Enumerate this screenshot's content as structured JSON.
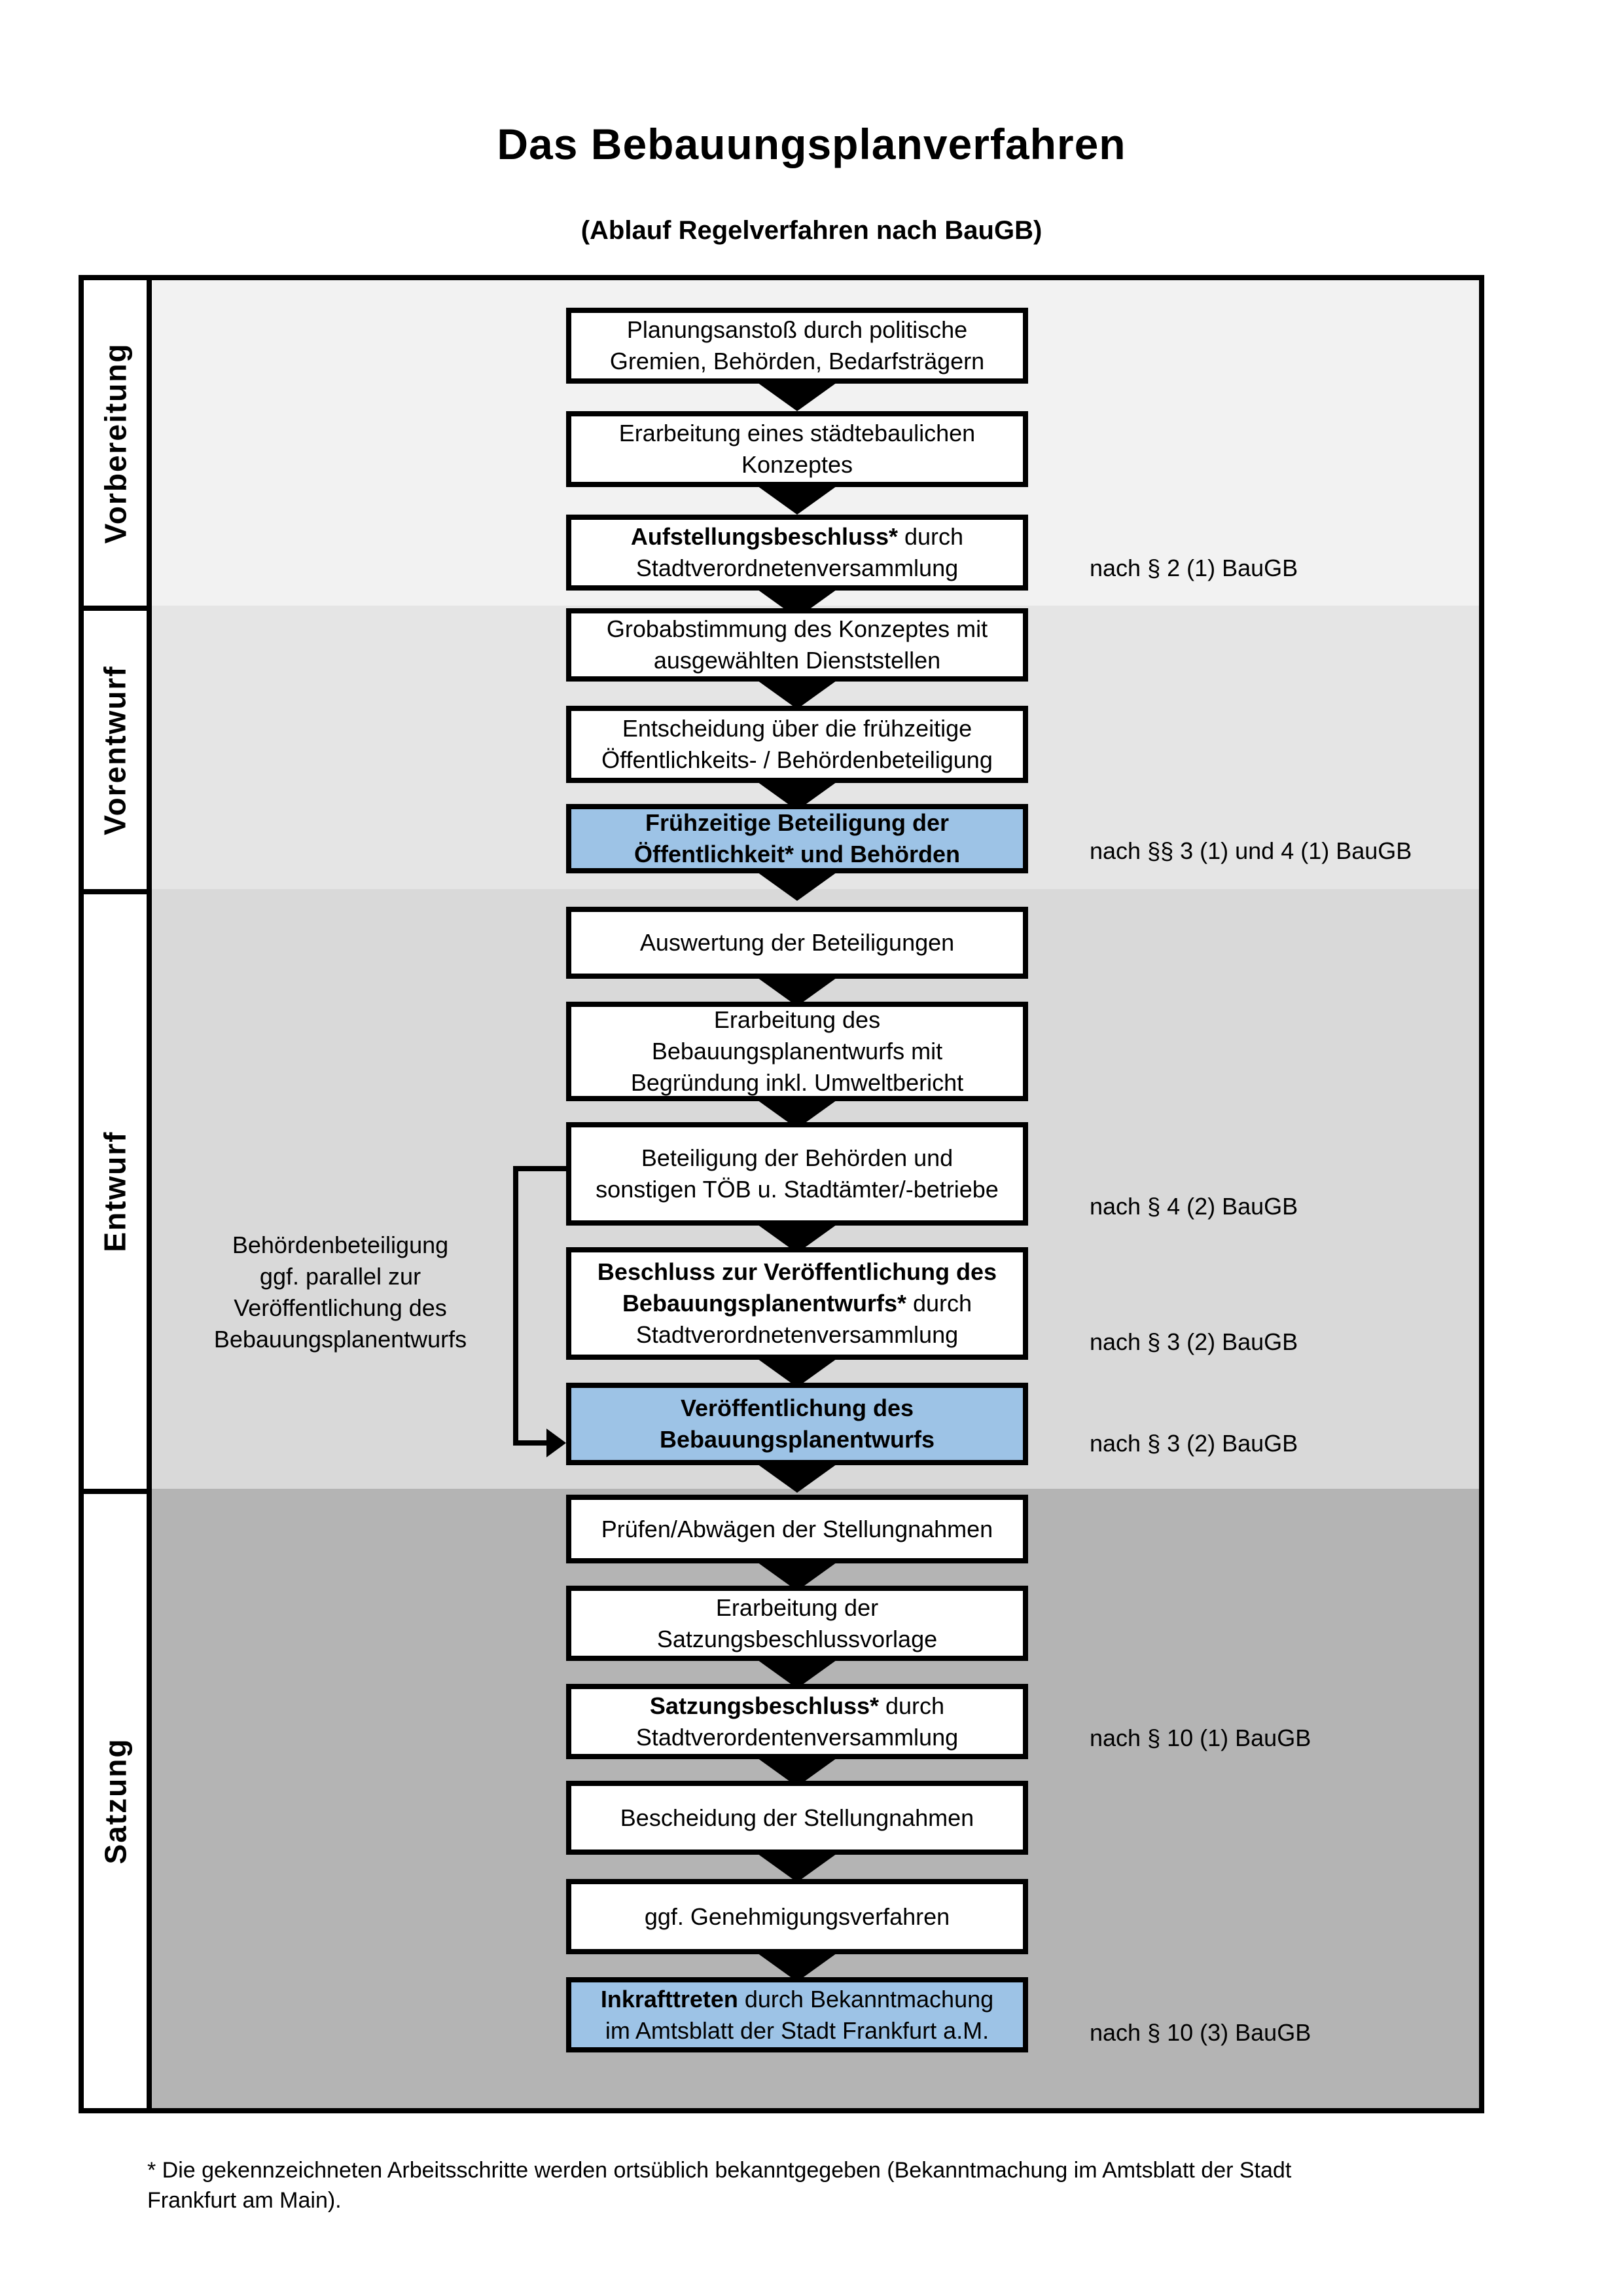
{
  "title": "Das Bebauungsplanverfahren",
  "subtitle": "(Ablauf Regelverfahren nach BauGB)",
  "colors": {
    "band_vorbereitung": "#F2F2F2",
    "band_vorentwurf": "#E5E5E5",
    "band_entwurf": "#D9D9D9",
    "band_satzung": "#B4B4B4",
    "highlight_blue": "#9DC3E6",
    "line_black": "#000000"
  },
  "side_note": {
    "lines": [
      "Behördenbeteiligung",
      "ggf. parallel zur",
      "Veröffentlichung des",
      "Bebauungsplanentwurfs"
    ]
  },
  "footnote": {
    "line1": "* Die gekennzeichneten Arbeitsschritte werden ortsüblich bekanntgegeben (Bekanntmachung im Amtsblatt  der Stadt",
    "line2": "Frankfurt am Main)."
  },
  "phases": [
    {
      "label": "Vorbereitung",
      "boxes": [
        {
          "id": "b1",
          "blue": false,
          "lines": [
            [
              {
                "t": "Planungsanstoß durch politische",
                "b": false
              }
            ],
            [
              {
                "t": "Gremien, Behörden, Bedarfsträgern",
                "b": false
              }
            ]
          ]
        },
        {
          "id": "b2",
          "blue": false,
          "lines": [
            [
              {
                "t": "Erarbeitung eines städtebaulichen",
                "b": false
              }
            ],
            [
              {
                "t": "Konzeptes",
                "b": false
              }
            ]
          ]
        },
        {
          "id": "b3",
          "blue": false,
          "annotation": "nach § 2 (1) BauGB",
          "lines": [
            [
              {
                "t": "Aufstellungsbeschluss*",
                "b": true
              },
              {
                "t": " durch",
                "b": false
              }
            ],
            [
              {
                "t": "Stadtverordnetenversammlung",
                "b": false
              }
            ]
          ]
        }
      ]
    },
    {
      "label": "Vorentwurf",
      "boxes": [
        {
          "id": "b4",
          "blue": false,
          "lines": [
            [
              {
                "t": "Grobabstimmung des Konzeptes mit",
                "b": false
              }
            ],
            [
              {
                "t": "ausgewählten Dienststellen",
                "b": false
              }
            ]
          ]
        },
        {
          "id": "b5",
          "blue": false,
          "lines": [
            [
              {
                "t": "Entscheidung über die frühzeitige",
                "b": false
              }
            ],
            [
              {
                "t": "Öffentlichkeits- / Behördenbeteiligung",
                "b": false
              }
            ]
          ]
        },
        {
          "id": "b6",
          "blue": true,
          "annotation": "nach §§ 3 (1) und 4 (1) BauGB",
          "lines": [
            [
              {
                "t": "Frühzeitige Beteiligung der",
                "b": true
              }
            ],
            [
              {
                "t": "Öffentlichkeit* und Behörden",
                "b": true
              }
            ]
          ]
        }
      ]
    },
    {
      "label": "Entwurf",
      "boxes": [
        {
          "id": "b7",
          "blue": false,
          "lines": [
            [
              {
                "t": "Auswertung der Beteiligungen",
                "b": false
              }
            ]
          ]
        },
        {
          "id": "b8",
          "blue": false,
          "lines": [
            [
              {
                "t": "Erarbeitung des",
                "b": false
              }
            ],
            [
              {
                "t": "Bebauungsplanentwurfs mit",
                "b": false
              }
            ],
            [
              {
                "t": "Begründung inkl. Umweltbericht",
                "b": false
              }
            ]
          ]
        },
        {
          "id": "b9",
          "blue": false,
          "annotation": "nach § 4 (2) BauGB",
          "lines": [
            [
              {
                "t": "Beteiligung der Behörden und",
                "b": false
              }
            ],
            [
              {
                "t": "sonstigen TÖB u. Stadtämter/-betriebe",
                "b": false
              }
            ]
          ]
        },
        {
          "id": "b10",
          "blue": false,
          "annotation": "nach § 3 (2) BauGB",
          "lines": [
            [
              {
                "t": "Beschluss zur Veröffentlichung des",
                "b": true
              }
            ],
            [
              {
                "t": "Bebauungsplanentwurfs*",
                "b": true
              },
              {
                "t": " durch",
                "b": false
              }
            ],
            [
              {
                "t": "Stadtverordnetenversammlung",
                "b": false
              }
            ]
          ]
        },
        {
          "id": "b11",
          "blue": true,
          "annotation": "nach § 3 (2) BauGB",
          "lines": [
            [
              {
                "t": "Veröffentlichung des",
                "b": true
              }
            ],
            [
              {
                "t": "Bebauungsplanentwurfs",
                "b": true
              }
            ]
          ]
        }
      ]
    },
    {
      "label": "Satzung",
      "boxes": [
        {
          "id": "b12",
          "blue": false,
          "lines": [
            [
              {
                "t": "Prüfen/Abwägen der Stellungnahmen",
                "b": false
              }
            ]
          ]
        },
        {
          "id": "b13",
          "blue": false,
          "lines": [
            [
              {
                "t": "Erarbeitung der",
                "b": false
              }
            ],
            [
              {
                "t": "Satzungsbeschlussvorlage",
                "b": false
              }
            ]
          ]
        },
        {
          "id": "b14",
          "blue": false,
          "annotation": "nach § 10 (1) BauGB",
          "lines": [
            [
              {
                "t": "Satzungsbeschluss*",
                "b": true
              },
              {
                "t": " durch",
                "b": false
              }
            ],
            [
              {
                "t": "Stadtverordentenversammlung",
                "b": false
              }
            ]
          ]
        },
        {
          "id": "b15",
          "blue": false,
          "lines": [
            [
              {
                "t": "Bescheidung der Stellungnahmen",
                "b": false
              }
            ]
          ]
        },
        {
          "id": "b16",
          "blue": false,
          "lines": [
            [
              {
                "t": "ggf. Genehmigungsverfahren",
                "b": false
              }
            ]
          ]
        },
        {
          "id": "b17",
          "blue": true,
          "annotation": "nach § 10 (3) BauGB",
          "lines": [
            [
              {
                "t": "Inkrafttreten",
                "b": true
              },
              {
                "t": " durch Bekanntmachung",
                "b": false
              }
            ],
            [
              {
                "t": "im Amtsblatt der Stadt Frankfurt a.M.",
                "b": false
              }
            ]
          ]
        }
      ]
    }
  ]
}
